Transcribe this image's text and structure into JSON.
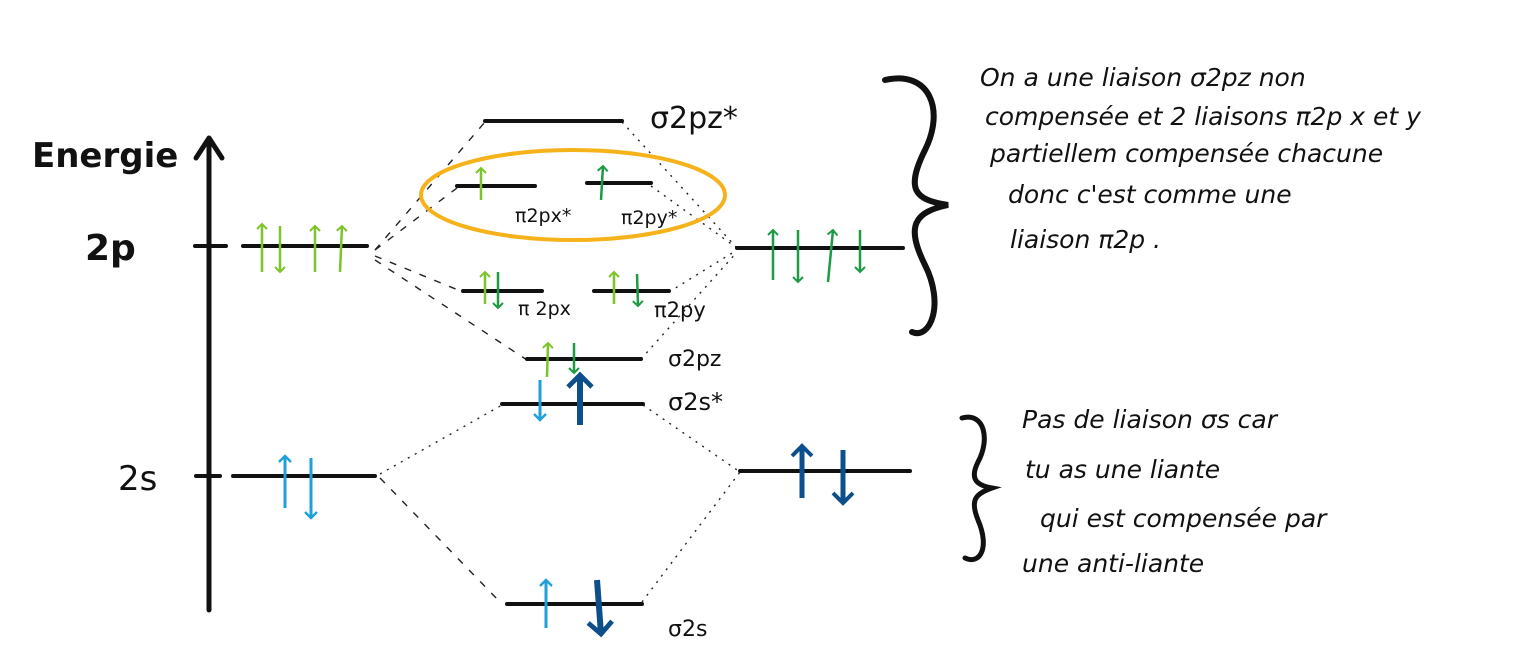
{
  "axis": {
    "label": "Energie"
  },
  "atomic_left": {
    "p_label": "2p",
    "s_label": "2s"
  },
  "molecular_labels": {
    "sigma2pz_star": "σ2pz*",
    "pi2px_star": "π2px*",
    "pi2py_star": "π2py*",
    "pi2px": "π 2px",
    "pi2py": "π2py",
    "sigma2pz": "σ2pz",
    "sigma2s_star": "σ2s*",
    "sigma2s": "σ2s"
  },
  "notes": {
    "top": [
      "On a une liaison σ2pz non",
      "compensée et 2 liaisons π2p x et y",
      "partiellem compensée chacune",
      "donc c'est comme une",
      "liaison π2p ."
    ],
    "bottom": [
      "Pas de liaison σs car",
      "tu as une liante",
      "qui est compensée par",
      "une anti-liante"
    ]
  },
  "colors": {
    "light_green": "#7cc42a",
    "dark_green": "#1e9a44",
    "light_blue": "#1ea0d8",
    "dark_blue": "#0d4f8b",
    "highlight": "#f5b21a"
  }
}
